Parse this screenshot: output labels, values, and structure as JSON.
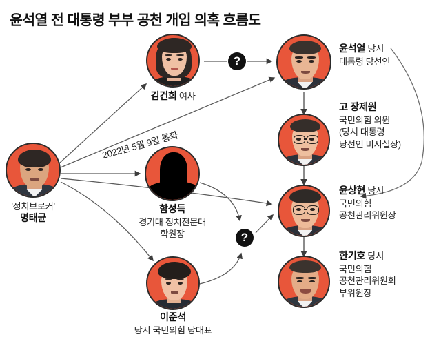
{
  "title": "윤석열 전 대통령 부부 공천 개입 의혹 흐름도",
  "nodes": {
    "myung": {
      "name": "명태균",
      "role": "'정치브로커'",
      "portrait": "photo-portrait-myung-tae-kyun"
    },
    "kim": {
      "name": "김건희",
      "honorific": " 여사",
      "portrait": "photo-portrait-kim-keon-hee"
    },
    "ham": {
      "name": "함성득",
      "role_line1": "경기대 정치전문대",
      "role_line2": "학원장",
      "portrait": "silhouette-portrait-ham-sung-deuk"
    },
    "lee": {
      "name": "이준석",
      "role": "당시 국민의힘 당대표",
      "portrait": "photo-portrait-lee-jun-seok"
    },
    "yoon": {
      "name": "윤석열",
      "suffix": " 당시",
      "role_line1": "대통령 당선인",
      "portrait": "photo-portrait-yoon-suk-yeol"
    },
    "jang": {
      "name": "고 장제원",
      "suffix": "",
      "role_line1": "국민의힘 의원",
      "role_line2": "(당시 대통령",
      "role_line3": "당선인 비서실장)",
      "portrait": "photo-portrait-jang-je-won"
    },
    "yoonsh": {
      "name": "윤상현",
      "suffix": " 당시",
      "role_line1": "국민의힘",
      "role_line2": "공천관리위원장",
      "portrait": "photo-portrait-yoon-sang-hyun"
    },
    "han": {
      "name": "한기호",
      "suffix": " 당시",
      "role_line1": "국민의힘",
      "role_line2": "공천관리위원회",
      "role_line3": "부위원장",
      "portrait": "photo-portrait-han-ki-ho"
    }
  },
  "annotations": {
    "call_note": "2022년 5월 9일 통화",
    "question_mark_top": "?",
    "question_mark_bottom": "?"
  },
  "colors": {
    "portrait_background": "#e8563a",
    "portrait_ring": "#2b2b2b",
    "connector": "#5a5a5a",
    "badge": "#111111",
    "text": "#262626"
  }
}
